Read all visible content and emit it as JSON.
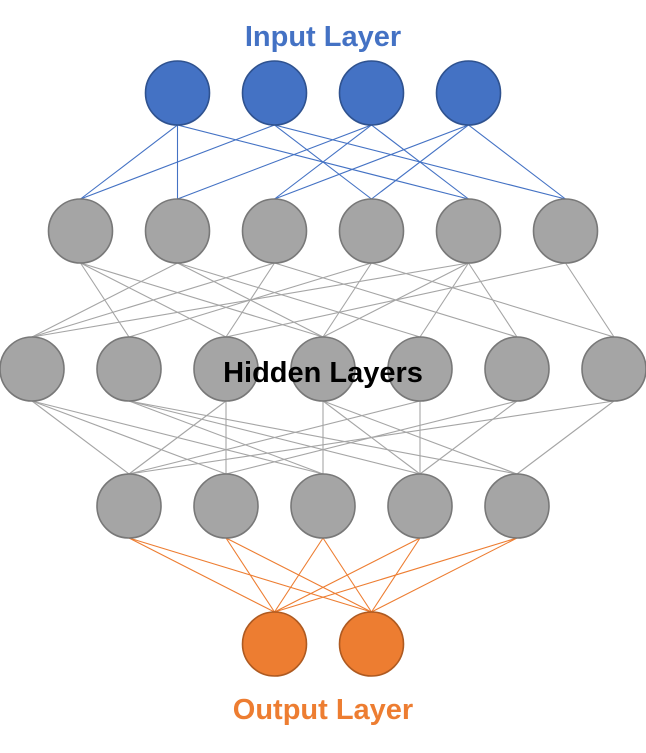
{
  "labels": {
    "input": "Input Layer",
    "hidden": "Hidden Layers",
    "output": "Output Layer"
  },
  "colors": {
    "input_fill": "#4472C4",
    "input_stroke": "#2F528F",
    "hidden_fill": "#A5A5A5",
    "hidden_stroke": "#787878",
    "output_fill": "#ED7D31",
    "output_stroke": "#AE5A21",
    "input_edges": "#4472C4",
    "hidden_edges": "#A5A5A5",
    "output_edges": "#ED7D31",
    "hidden_text": "#000000"
  },
  "network": {
    "layers": [
      {
        "name": "input",
        "nodes": 4
      },
      {
        "name": "hidden-1",
        "nodes": 6
      },
      {
        "name": "hidden-2",
        "nodes": 7
      },
      {
        "name": "hidden-3",
        "nodes": 5
      },
      {
        "name": "output",
        "nodes": 2
      }
    ],
    "connections": [
      [
        [
          0,
          0
        ],
        [
          0,
          1
        ],
        [
          1,
          0
        ],
        [
          1,
          3
        ],
        [
          2,
          1
        ],
        [
          2,
          2
        ],
        [
          2,
          4
        ],
        [
          3,
          2
        ],
        [
          3,
          3
        ],
        [
          3,
          5
        ],
        [
          0,
          4
        ],
        [
          1,
          5
        ]
      ],
      [
        [
          0,
          1
        ],
        [
          0,
          2
        ],
        [
          0,
          3
        ],
        [
          1,
          0
        ],
        [
          1,
          3
        ],
        [
          1,
          4
        ],
        [
          2,
          0
        ],
        [
          2,
          2
        ],
        [
          2,
          5
        ],
        [
          3,
          1
        ],
        [
          3,
          3
        ],
        [
          3,
          6
        ],
        [
          4,
          0
        ],
        [
          4,
          4
        ],
        [
          4,
          5
        ],
        [
          5,
          2
        ],
        [
          5,
          6
        ],
        [
          4,
          3
        ]
      ],
      [
        [
          0,
          0
        ],
        [
          0,
          1
        ],
        [
          0,
          2
        ],
        [
          1,
          2
        ],
        [
          1,
          3
        ],
        [
          2,
          0
        ],
        [
          2,
          1
        ],
        [
          3,
          2
        ],
        [
          3,
          4
        ],
        [
          4,
          0
        ],
        [
          4,
          3
        ],
        [
          5,
          1
        ],
        [
          5,
          3
        ],
        [
          6,
          0
        ],
        [
          6,
          4
        ],
        [
          1,
          4
        ],
        [
          3,
          3
        ]
      ],
      [
        [
          0,
          0
        ],
        [
          0,
          1
        ],
        [
          1,
          0
        ],
        [
          1,
          1
        ],
        [
          2,
          0
        ],
        [
          2,
          1
        ],
        [
          3,
          0
        ],
        [
          3,
          1
        ],
        [
          4,
          0
        ],
        [
          4,
          1
        ]
      ]
    ]
  }
}
